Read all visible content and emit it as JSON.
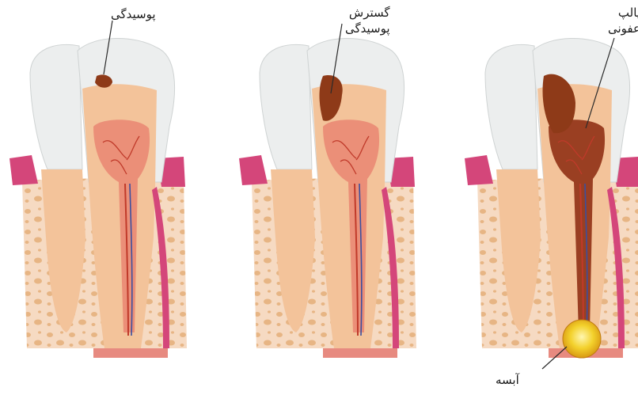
{
  "labels": {
    "stage1": "پوسیدگی",
    "stage2_line1": "گسترش",
    "stage2_line2": "پوسیدگی",
    "stage3_line1": "پالپ",
    "stage3_line2": "عفونی",
    "abscess": "آبسه"
  },
  "colors": {
    "enamel": "#eceeee",
    "dentin": "#f3c39a",
    "pulp": "#eb8f78",
    "infected_pulp": "#9a3f22",
    "decay": "#8e3a18",
    "gum": "#d4467a",
    "bone": "#f6dac2",
    "abscess": "#f3d12c"
  }
}
